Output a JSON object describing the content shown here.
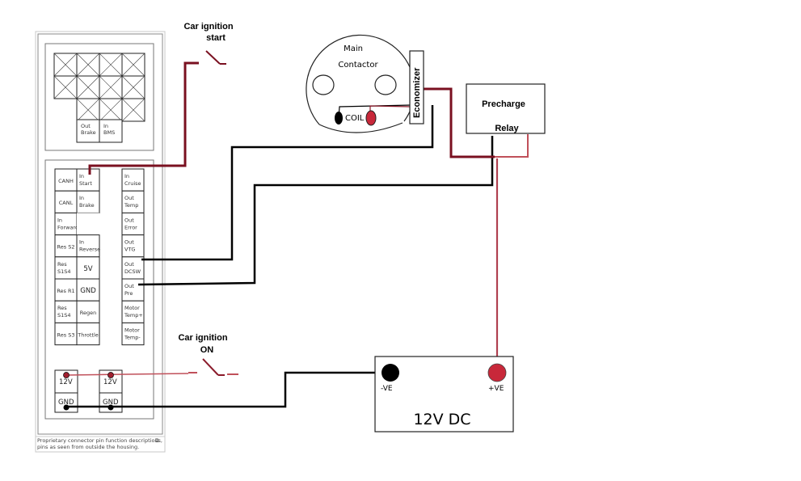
{
  "connector_panel": {
    "caption_line1": "Proprietary connector pin function descriptions,",
    "caption_line2": "pins as seen from outside the housing.",
    "top_block": {
      "pins": [
        {
          "line1": "Out",
          "line2": "Brake"
        },
        {
          "line1": "In",
          "line2": "BMS"
        }
      ]
    },
    "left_column_a": [
      {
        "line1": "CANH",
        "line2": ""
      },
      {
        "line1": "CANL",
        "line2": ""
      },
      {
        "line1": "In",
        "line2": "Forward"
      },
      {
        "line1": "Res S2",
        "line2": ""
      },
      {
        "line1": "Res",
        "line2": "S1S4"
      },
      {
        "line1": "Res R1",
        "line2": ""
      },
      {
        "line1": "Res",
        "line2": "S1S4"
      },
      {
        "line1": "Res S3",
        "line2": ""
      }
    ],
    "left_column_b": [
      {
        "line1": "In",
        "line2": "Start"
      },
      {
        "line1": "In",
        "line2": "Brake"
      },
      {
        "line1": "",
        "line2": ""
      },
      {
        "line1": "In",
        "line2": "Reverse"
      },
      {
        "line1": "5V",
        "line2": ""
      },
      {
        "line1": "GND",
        "line2": ""
      },
      {
        "line1": "Regen",
        "line2": ""
      },
      {
        "line1": "Throttle",
        "line2": ""
      }
    ],
    "right_column": [
      {
        "line1": "In",
        "line2": "Cruise"
      },
      {
        "line1": "Out",
        "line2": "Temp"
      },
      {
        "line1": "Out",
        "line2": "Error"
      },
      {
        "line1": "Out",
        "line2": "VTG"
      },
      {
        "line1": "Out",
        "line2": "DCSW"
      },
      {
        "line1": "Out",
        "line2": "Pre"
      },
      {
        "line1": "Motor",
        "line2": "Temp+"
      },
      {
        "line1": "Motor",
        "line2": "Temp-"
      }
    ],
    "power_pins": [
      {
        "top": "12V",
        "bottom": "GND"
      },
      {
        "top": "12V",
        "bottom": "GND"
      }
    ]
  },
  "labels": {
    "ignition_start_line1": "Car ignition",
    "ignition_start_line2": "start",
    "ignition_on_line1": "Car ignition",
    "ignition_on_line2": "ON",
    "contactor_line1": "Main",
    "contactor_line2": "Contactor",
    "coil": "COIL",
    "economizer": "Economizer",
    "precharge_line1": "Precharge",
    "precharge_line2": "Relay",
    "battery": "12V DC",
    "neg_terminal": "-VE",
    "pos_terminal": "+VE"
  },
  "colors": {
    "dark_red_wire": "#7a1020",
    "light_red_wire": "#c0505a",
    "black_wire": "#000000",
    "terminal_red": "#c8283a",
    "panel_border": "#999999"
  }
}
